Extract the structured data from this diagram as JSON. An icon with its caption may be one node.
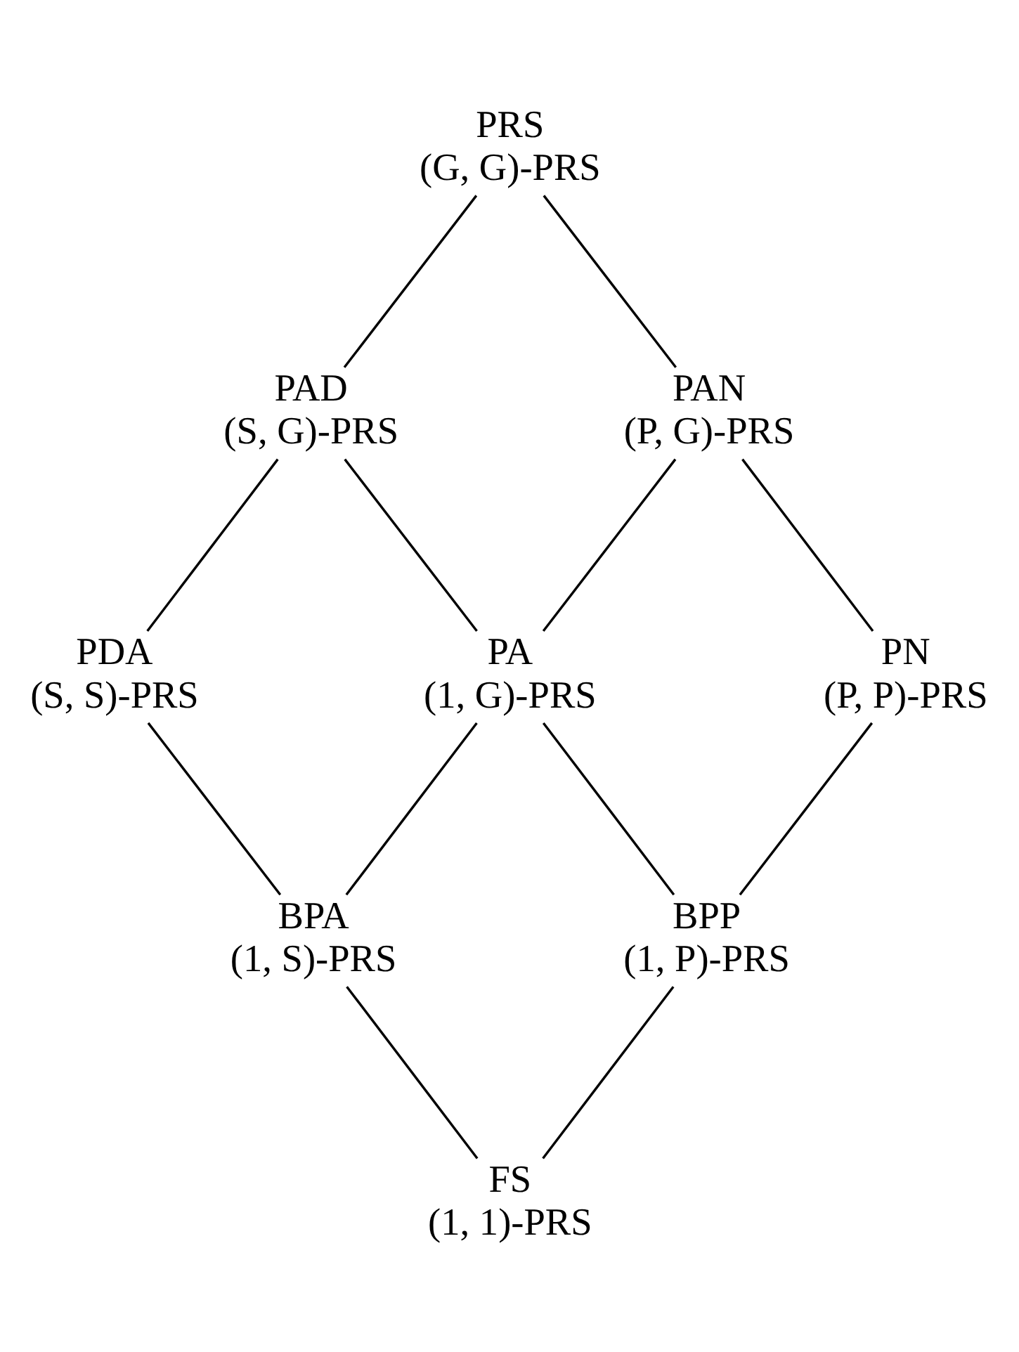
{
  "diagram": {
    "nodes": [
      {
        "text": [
          "PRS",
          "(G, G)-PRS"
        ]
      },
      {
        "text": [
          "PAD",
          "(S, G)-PRS"
        ]
      },
      {
        "text": [
          "PAN",
          "(P, G)-PRS"
        ]
      },
      {
        "text": [
          "PDA",
          "(S, S)-PRS"
        ]
      },
      {
        "text": [
          "PA",
          "(1, G)-PRS"
        ]
      },
      {
        "text": [
          "PN",
          "(P, P)-PRS"
        ]
      },
      {
        "text": [
          "BPA",
          "(1, S)-PRS"
        ]
      },
      {
        "text": [
          "BPP",
          "(1, P)-PRS"
        ]
      },
      {
        "text": [
          "FS",
          "(1, 1)-PRS"
        ]
      }
    ],
    "edges": [
      {
        "from": 0,
        "to": 1,
        "arrow": "none"
      },
      {
        "from": 0,
        "to": 2,
        "arrow": "none"
      },
      {
        "from": 1,
        "to": 3,
        "arrow": "none"
      },
      {
        "from": 1,
        "to": 4,
        "arrow": "none"
      },
      {
        "from": 2,
        "to": 4,
        "arrow": "none"
      },
      {
        "from": 2,
        "to": 5,
        "arrow": "none"
      },
      {
        "from": 3,
        "to": 6,
        "arrow": "none"
      },
      {
        "from": 4,
        "to": 6,
        "arrow": "none"
      },
      {
        "from": 4,
        "to": 7,
        "arrow": "none"
      },
      {
        "from": 5,
        "to": 7,
        "arrow": "none"
      },
      {
        "from": 6,
        "to": 8,
        "arrow": "none"
      },
      {
        "from": 7,
        "to": 8,
        "arrow": "none"
      }
    ]
  }
}
